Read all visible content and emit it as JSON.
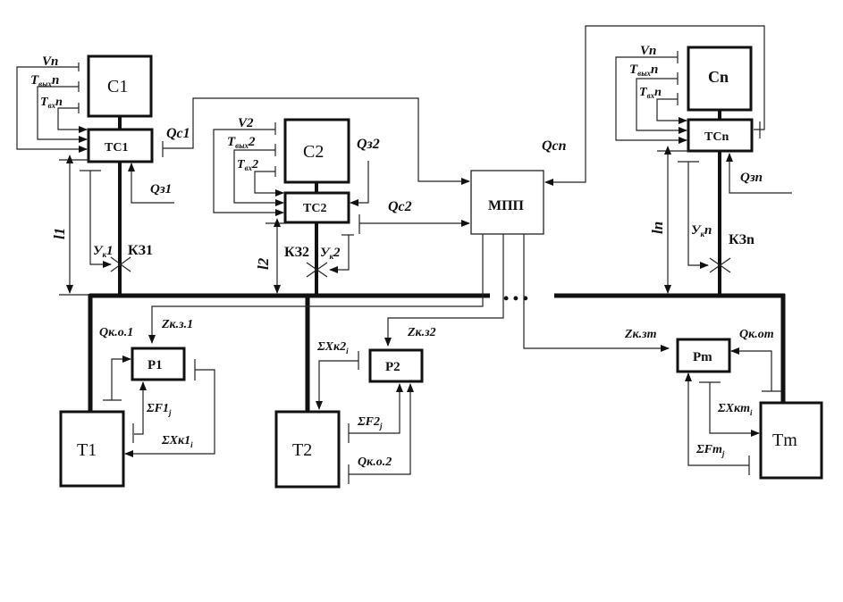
{
  "diagram": {
    "sources": [
      {
        "id": "C1",
        "label": "C1",
        "controller": "TC1",
        "inputs": {
          "v": "Vn",
          "tout": "T",
          "tout_sub": "вых",
          "tout_suf": "n",
          "tin": "T",
          "tin_sub": "вх",
          "tin_suf": "n"
        },
        "q_out": "Qc1",
        "q_z": "Qз1",
        "length": "l1",
        "fault": "КЗ1",
        "y_k": "У",
        "y_k_sub": "к",
        "y_k_suf": "1"
      },
      {
        "id": "C2",
        "label": "C2",
        "controller": "TC2",
        "inputs": {
          "v": "V2",
          "tout": "T",
          "tout_sub": "вых",
          "tout_suf": "2",
          "tin": "T",
          "tin_sub": "вх",
          "tin_suf": "2"
        },
        "q_out": "Qc2",
        "q_z": "Qз2",
        "length": "l2",
        "fault": "КЗ2",
        "y_k": "У",
        "y_k_sub": "к",
        "y_k_suf": "2"
      },
      {
        "id": "Cn",
        "label": "Cn",
        "controller": "TCn",
        "inputs": {
          "v": "Vn",
          "tout": "T",
          "tout_sub": "вых",
          "tout_suf": "n",
          "tin": "T",
          "tin_sub": "вх",
          "tin_suf": "n"
        },
        "q_out": "Qcn",
        "q_z": "Qзn",
        "length": "ln",
        "fault": "КЗn",
        "y_k": "У",
        "y_k_sub": "к",
        "y_k_suf": "n"
      }
    ],
    "central": {
      "label": "МПП"
    },
    "consumers": [
      {
        "id": "T1",
        "label": "T1",
        "regulator": "P1",
        "z": "Zк.з.1",
        "q": "Qк.о.1",
        "sum_f": "ΣF1",
        "sum_f_sub": "j",
        "sum_x": "ΣXк1",
        "sum_x_sub": "i"
      },
      {
        "id": "T2",
        "label": "T2",
        "regulator": "P2",
        "z": "Zк.з2",
        "q": "Qк.о.2",
        "sum_f": "ΣF2",
        "sum_f_sub": "j",
        "sum_x": "ΣXк2",
        "sum_x_sub": "i"
      },
      {
        "id": "Tm",
        "label": "Tm",
        "regulator": "Pm",
        "z": "Zк.зm",
        "q": "Qк.оm",
        "sum_f": "ΣFm",
        "sum_f_sub": "j",
        "sum_x": "ΣXкm",
        "sum_x_sub": "i"
      }
    ],
    "ellipsis": "• • •"
  }
}
